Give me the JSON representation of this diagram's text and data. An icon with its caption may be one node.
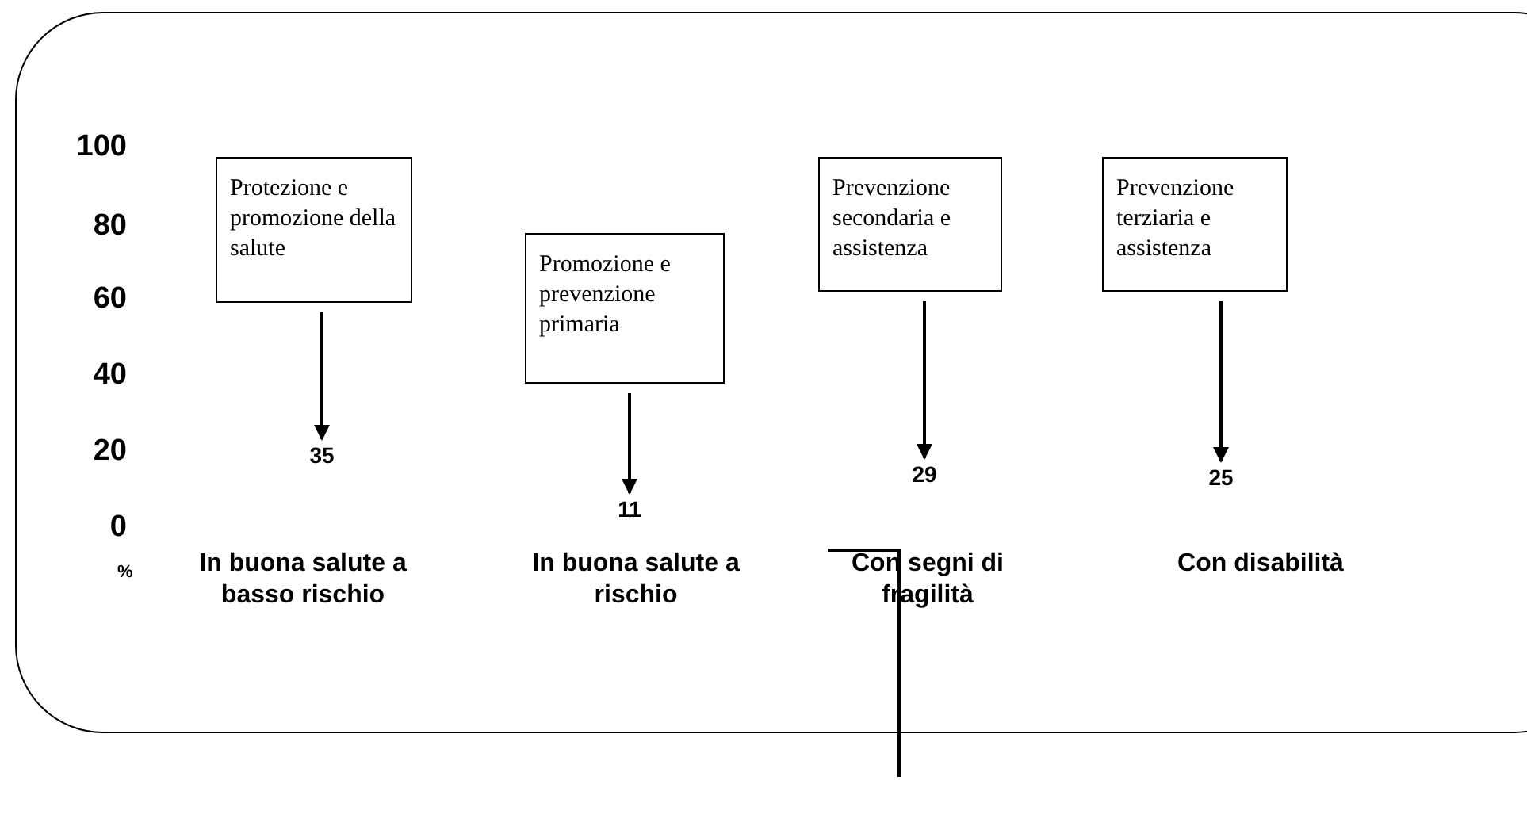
{
  "diagram": {
    "nodes": [
      {
        "text": [
          "Protezione e promozione della salute"
        ]
      },
      {
        "text": [
          "Promozione e prevenzione primaria"
        ]
      },
      {
        "text": [
          "Prevenzione secondaria e assistenza"
        ]
      },
      {
        "text": [
          "Prevenzione terziaria e assistenza"
        ]
      },
      {
        "text": [
          "35"
        ]
      },
      {
        "text": [
          "11"
        ]
      },
      {
        "text": [
          "29"
        ]
      },
      {
        "text": [
          "25"
        ]
      }
    ],
    "edges": [
      {
        "from": 0,
        "to": 4,
        "arrow": "to"
      },
      {
        "from": 1,
        "to": 5,
        "arrow": "to"
      },
      {
        "from": 2,
        "to": 6,
        "arrow": "to"
      },
      {
        "from": 3,
        "to": 7,
        "arrow": "to"
      }
    ],
    "labels": [
      "100",
      "80",
      "60",
      "40",
      "20",
      "0",
      "%",
      "In buona salute a basso rischio",
      "In buona salute a rischio",
      "Con segni di fragilità",
      "Con disabilità"
    ]
  }
}
